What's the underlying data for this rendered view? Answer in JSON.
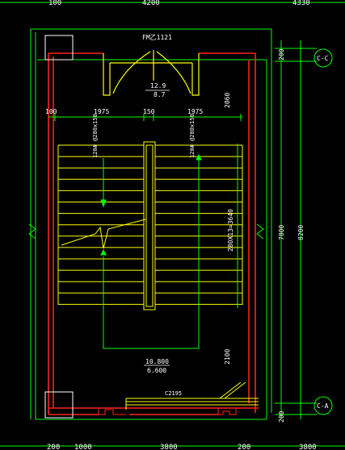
{
  "top_dims": {
    "left": "100",
    "mid": "4200",
    "right": "4330"
  },
  "bottom_dims": {
    "a": "200",
    "b": "1000",
    "c": "3800",
    "d": "200",
    "e": "3800"
  },
  "door_label": "FM乙1121",
  "landing": {
    "elev_top": "12.9",
    "elev_bottom": "8.7"
  },
  "width_dims": {
    "wall": "100",
    "flight_left": "1975",
    "gap": "150",
    "flight_right": "1975"
  },
  "upper_right_dim": "2060",
  "rail_note_left": "120#\n@280x150",
  "rail_note_right": "120#\n@280x150",
  "flight_length_dim": "280X13=3640",
  "lower_right_dim": "2100",
  "floor_elev": {
    "upper": "10.800",
    "lower": "6.600"
  },
  "bottom_note": "C2195",
  "right_dims": {
    "top": "200",
    "mid": "7800",
    "total": "8200",
    "bottom": "200"
  },
  "axes": {
    "top": "C-C",
    "bottom": "C-A"
  },
  "colors": {
    "wall_red": "#ff2020",
    "green_dim": "#00ff00",
    "yellow": "#ffff00",
    "white": "#ffffff",
    "cyan": "#00ffff",
    "magenta": "#ff00ff"
  }
}
